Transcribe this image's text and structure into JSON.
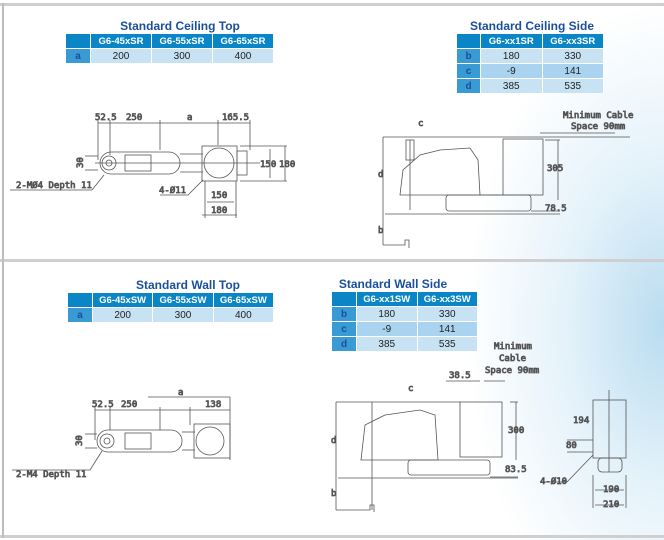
{
  "ceiling_top": {
    "title": "Standard Ceiling Top",
    "headers": [
      "",
      "G6-45xSR",
      "G6-55xSR",
      "G6-65xSR"
    ],
    "rows": [
      [
        "a",
        "200",
        "300",
        "400"
      ]
    ],
    "dims": {
      "d1": "52.5",
      "d2": "250",
      "d3": "a",
      "d4": "165.5",
      "d5": "30",
      "d6": "150",
      "d7": "180",
      "d8": "150",
      "d9": "180",
      "hole1": "2-MØ4 Depth 11",
      "hole2": "4-Ø11"
    }
  },
  "ceiling_side": {
    "title": "Standard Ceiling Side",
    "headers": [
      "",
      "G6-xx1SR",
      "G6-xx3SR"
    ],
    "rows": [
      [
        "b",
        "180",
        "330"
      ],
      [
        "c",
        "-9",
        "141"
      ],
      [
        "d",
        "385",
        "535"
      ]
    ],
    "dims": {
      "c": "c",
      "d": "d",
      "b": "b",
      "h305": "305",
      "h785": "78.5",
      "cable1": "Minimum Cable",
      "cable2": "Space 90mm"
    }
  },
  "wall_top": {
    "title": "Standard Wall Top",
    "headers": [
      "",
      "G6-45xSW",
      "G6-55xSW",
      "G6-65xSW"
    ],
    "rows": [
      [
        "a",
        "200",
        "300",
        "400"
      ]
    ],
    "dims": {
      "d1": "52.5",
      "d2": "250",
      "d3": "a",
      "d4": "138",
      "d5": "30",
      "hole1": "2-M4 Depth 11"
    }
  },
  "wall_side": {
    "title": "Standard Wall Side",
    "headers": [
      "",
      "G6-xx1SW",
      "G6-xx3SW"
    ],
    "rows": [
      [
        "b",
        "180",
        "330"
      ],
      [
        "c",
        "-9",
        "141"
      ],
      [
        "d",
        "385",
        "535"
      ]
    ],
    "dims": {
      "c": "c",
      "d": "d",
      "b": "b",
      "d385": "38.5",
      "h300": "300",
      "h835": "83.5",
      "cable1": "Minimum",
      "cable2": "Cable",
      "cable3": "Space 90mm",
      "d194": "194",
      "d80": "80",
      "hole": "4-Ø10",
      "w190": "190",
      "w210": "210"
    }
  }
}
